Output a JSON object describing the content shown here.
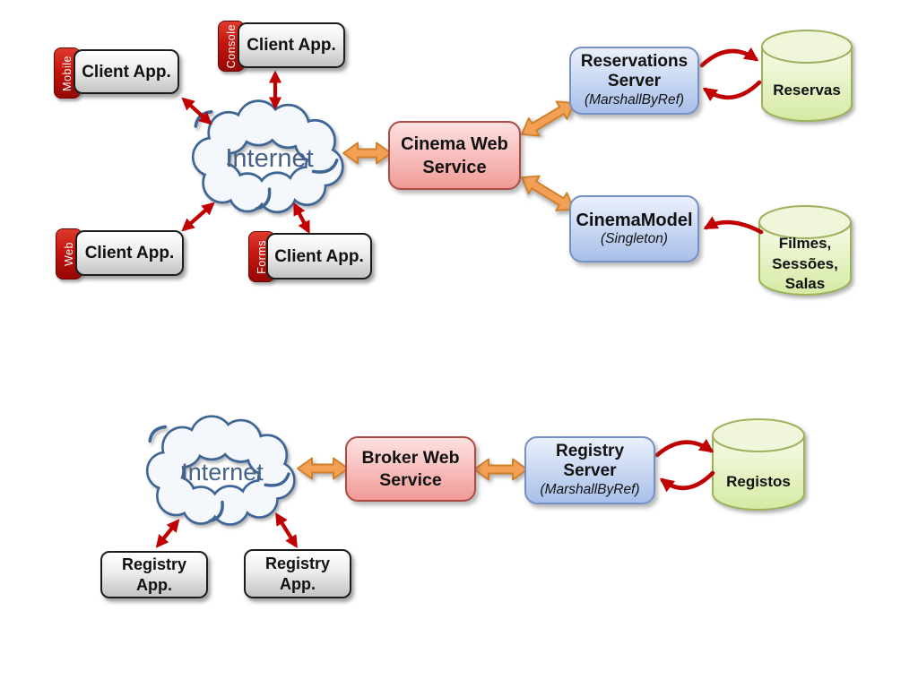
{
  "top": {
    "clients": [
      {
        "tab": "Mobile",
        "label": "Client App."
      },
      {
        "tab": "Console",
        "label": "Client App."
      },
      {
        "tab": "Web",
        "label": "Client App."
      },
      {
        "tab": "Forms",
        "label": "Client App."
      }
    ],
    "cloud": {
      "label": "Internet"
    },
    "service": {
      "line1": "Cinema Web",
      "line2": "Service"
    },
    "servers": [
      {
        "line1": "Reservations",
        "line2": "Server",
        "sub": "(MarshallByRef)"
      },
      {
        "line1": "CinemaModel",
        "sub": "(Singleton)"
      }
    ],
    "databases": [
      {
        "label": "Reservas"
      },
      {
        "lines": [
          "Filmes,",
          "Sessões,",
          "Salas"
        ]
      }
    ]
  },
  "bottom": {
    "cloud": {
      "label": "Internet"
    },
    "service": {
      "line1": "Broker Web",
      "line2": "Service"
    },
    "server": {
      "line1": "Registry",
      "line2": "Server",
      "sub": "(MarshallByRef)"
    },
    "database": {
      "label": "Registos"
    },
    "apps": [
      {
        "line1": "Registry",
        "line2": "App."
      },
      {
        "line1": "Registry",
        "line2": "App."
      }
    ]
  },
  "colors": {
    "red_arrow": "#C00000",
    "tab_red": "#C5150F",
    "orange_arrow_fill": "#F2A057",
    "orange_arrow_border": "#D1802C",
    "cloud_stroke": "#3E6596",
    "cloud_fill": "#F4F8FC",
    "internet_text": "#44618C",
    "client_box_border": "#1C1C1C",
    "service_box_border": "#AE4A44",
    "service_box_fill": "#F7BCBA",
    "server_box_border": "#7590C5",
    "server_box_fill": "#C9D8F2",
    "database_border": "#9CB25C",
    "database_fill": "#D5EAA2"
  }
}
